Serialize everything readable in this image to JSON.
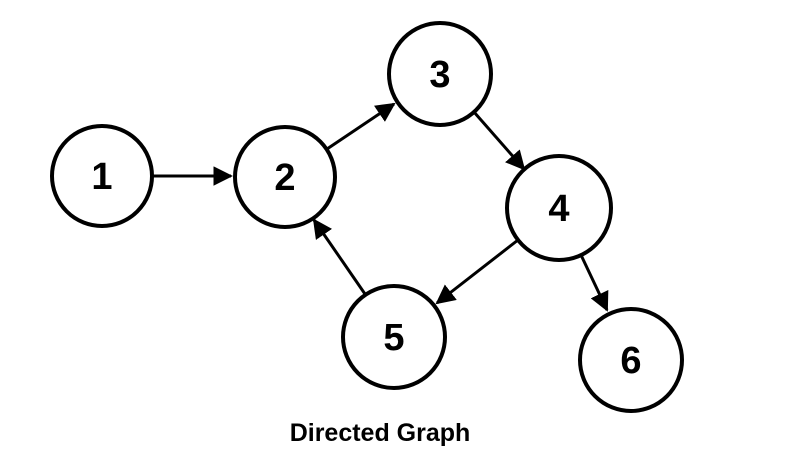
{
  "caption": "Directed Graph",
  "colors": {
    "background": "#ffffff",
    "node_fill": "#ffffff",
    "node_stroke": "#000000",
    "edge": "#000000",
    "text": "#000000"
  },
  "graph": {
    "type": "directed",
    "nodes": [
      {
        "id": "1",
        "label": "1"
      },
      {
        "id": "2",
        "label": "2"
      },
      {
        "id": "3",
        "label": "3"
      },
      {
        "id": "4",
        "label": "4"
      },
      {
        "id": "5",
        "label": "5"
      },
      {
        "id": "6",
        "label": "6"
      }
    ],
    "edges": [
      {
        "from": "1",
        "to": "2"
      },
      {
        "from": "2",
        "to": "3"
      },
      {
        "from": "3",
        "to": "4"
      },
      {
        "from": "4",
        "to": "5"
      },
      {
        "from": "4",
        "to": "6"
      },
      {
        "from": "5",
        "to": "2"
      }
    ]
  }
}
